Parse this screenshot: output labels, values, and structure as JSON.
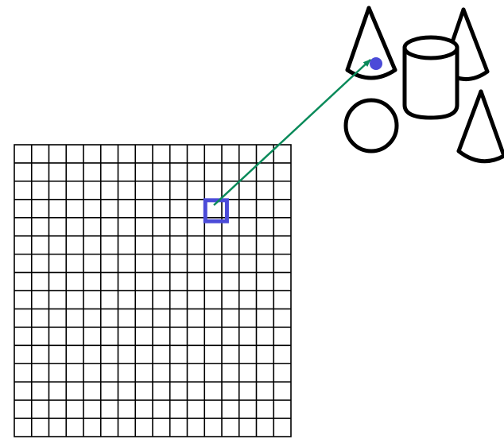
{
  "diagram": {
    "type": "ray-casting-illustration",
    "image_plane": {
      "columns": 16,
      "rows": 16,
      "highlighted_pixel": {
        "col": 11,
        "row": 3
      }
    },
    "ray": {
      "from": "highlighted-pixel",
      "to": "cone-surface-point"
    },
    "scene_objects": [
      "cone",
      "cone",
      "cylinder",
      "sphere",
      "cone"
    ],
    "colors": {
      "grid": "#000000",
      "highlight": "#4b4bd8",
      "ray": "#0a8a5a",
      "hit_point": "#4b4bd8",
      "objects_stroke": "#000000"
    }
  }
}
